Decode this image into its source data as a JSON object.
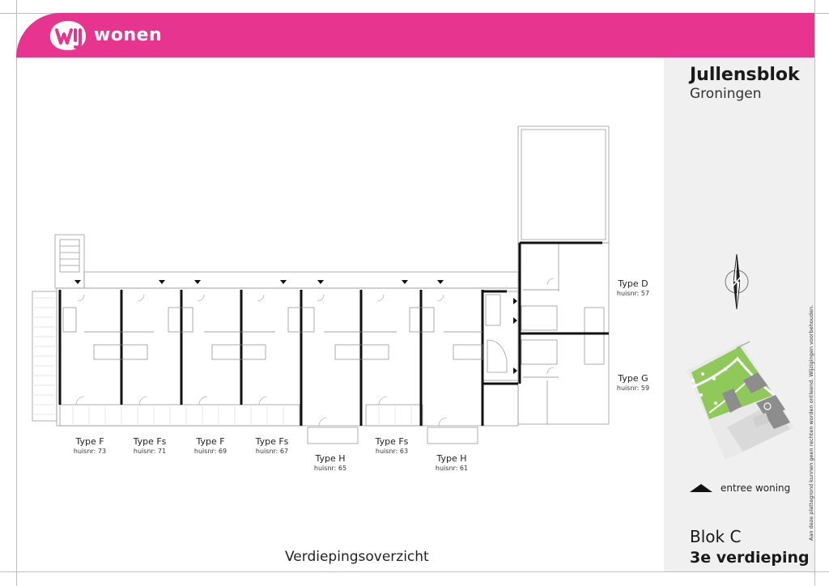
{
  "brand": {
    "logo_text": "wonen",
    "accent_color": "#e6348f"
  },
  "project": {
    "title": "Jullensblok",
    "city": "Groningen"
  },
  "legend": {
    "entrance_label": "entree woning",
    "icon": "triangle-up-icon"
  },
  "block": {
    "name": "Blok C",
    "floor": "3e verdieping"
  },
  "caption": "Verdiepingsoverzicht",
  "disclaimer": "Aan deze plattegrond kunnen geen rechten worden ontleend. Wijzigingen voorbehouden.",
  "units": [
    {
      "type": "Type F",
      "number": "huisnr: 73"
    },
    {
      "type": "Type Fs",
      "number": "huisnr: 71"
    },
    {
      "type": "Type F",
      "number": "huisnr: 69"
    },
    {
      "type": "Type Fs",
      "number": "huisnr: 67"
    },
    {
      "type": "Type H",
      "number": "huisnr: 65"
    },
    {
      "type": "Type Fs",
      "number": "huisnr: 63"
    },
    {
      "type": "Type H",
      "number": "huisnr: 61"
    },
    {
      "type": "Type D",
      "number": "huisnr: 57"
    },
    {
      "type": "Type G",
      "number": "huisnr: 59"
    }
  ]
}
